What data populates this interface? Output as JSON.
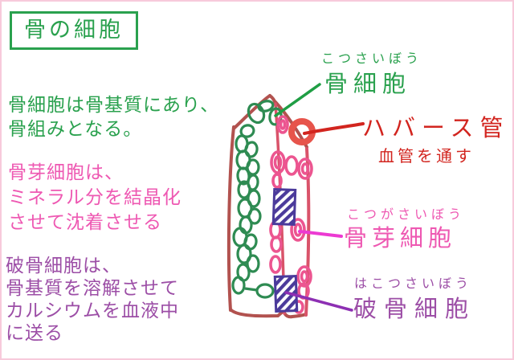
{
  "title": "骨の細胞",
  "paragraphs": {
    "osteocyte": {
      "lines": [
        "骨細胞は骨基質にあり、",
        "骨組みとなる。"
      ]
    },
    "osteoblast": {
      "lines": [
        "骨芽細胞は、",
        "ミネラル分を結晶化",
        "させて沈着させる"
      ]
    },
    "osteoclast": {
      "lines": [
        "破骨細胞は、",
        "骨基質を溶解させて",
        "カルシウムを血液中",
        "に送る"
      ]
    }
  },
  "labels": {
    "osteocyte": {
      "furigana": "こつさいぼう",
      "name": "骨細胞"
    },
    "haversian": {
      "name": "ハバース管",
      "note": "血管を通す"
    },
    "osteoblast": {
      "furigana": "こつがさいぼう",
      "name": "骨芽細胞"
    },
    "osteoclast": {
      "furigana": "はこつさいぼう",
      "name": "破骨細胞"
    }
  },
  "colors": {
    "title_green": "#2aa14e",
    "chain_green": "#2e8b52",
    "arrow_green": "#1f9e44",
    "text_pink": "#ee58b2",
    "text_purple": "#9c4ea6",
    "text_red": "#d2251f",
    "arrow_magenta": "#ec3ad2",
    "arrow_purple": "#8d2fb3",
    "bone_outline": "#b2524f",
    "bone_inner_edge": "#d9536a",
    "cell_pink": "#ec5590",
    "haversian_ring": "#e7544b",
    "osteoclast_indigo": "#4b3a9b",
    "frame_pink": "#f7cadb"
  }
}
